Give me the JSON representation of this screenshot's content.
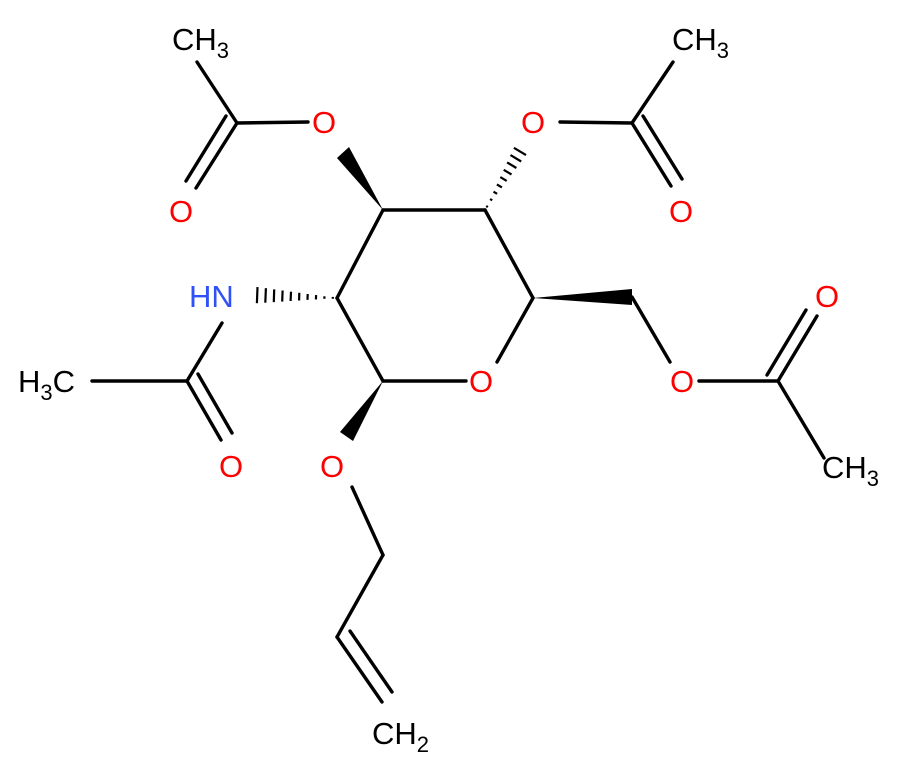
{
  "colors": {
    "carbon": "#000000",
    "oxygen": "#ff0000",
    "nitrogen": "#3050f8",
    "background": "#ffffff"
  },
  "labels": {
    "methyl_top_left": {
      "main": "CH",
      "sub": "3"
    },
    "methyl_top_right": {
      "main": "CH",
      "sub": "3"
    },
    "methyl_left": {
      "sub": "3",
      "pre": "H",
      "post": "C"
    },
    "methyl_right": {
      "main": "CH",
      "sub": "3"
    },
    "methylene_bottom": {
      "main": "CH",
      "sub": "2"
    },
    "ester_oxygen_c3": "O",
    "ester_oxygen_c4": "O",
    "carbonyl_oxygen_c3_acetyl": "O",
    "carbonyl_oxygen_c4_acetyl": "O",
    "ring_oxygen": "O",
    "ester_oxygen_c6": "O",
    "carbonyl_oxygen_c6_acetyl": "O",
    "carbonyl_oxygen_acetamide": "O",
    "glycosidic_oxygen": "O",
    "amide_nitrogen": "HN"
  }
}
